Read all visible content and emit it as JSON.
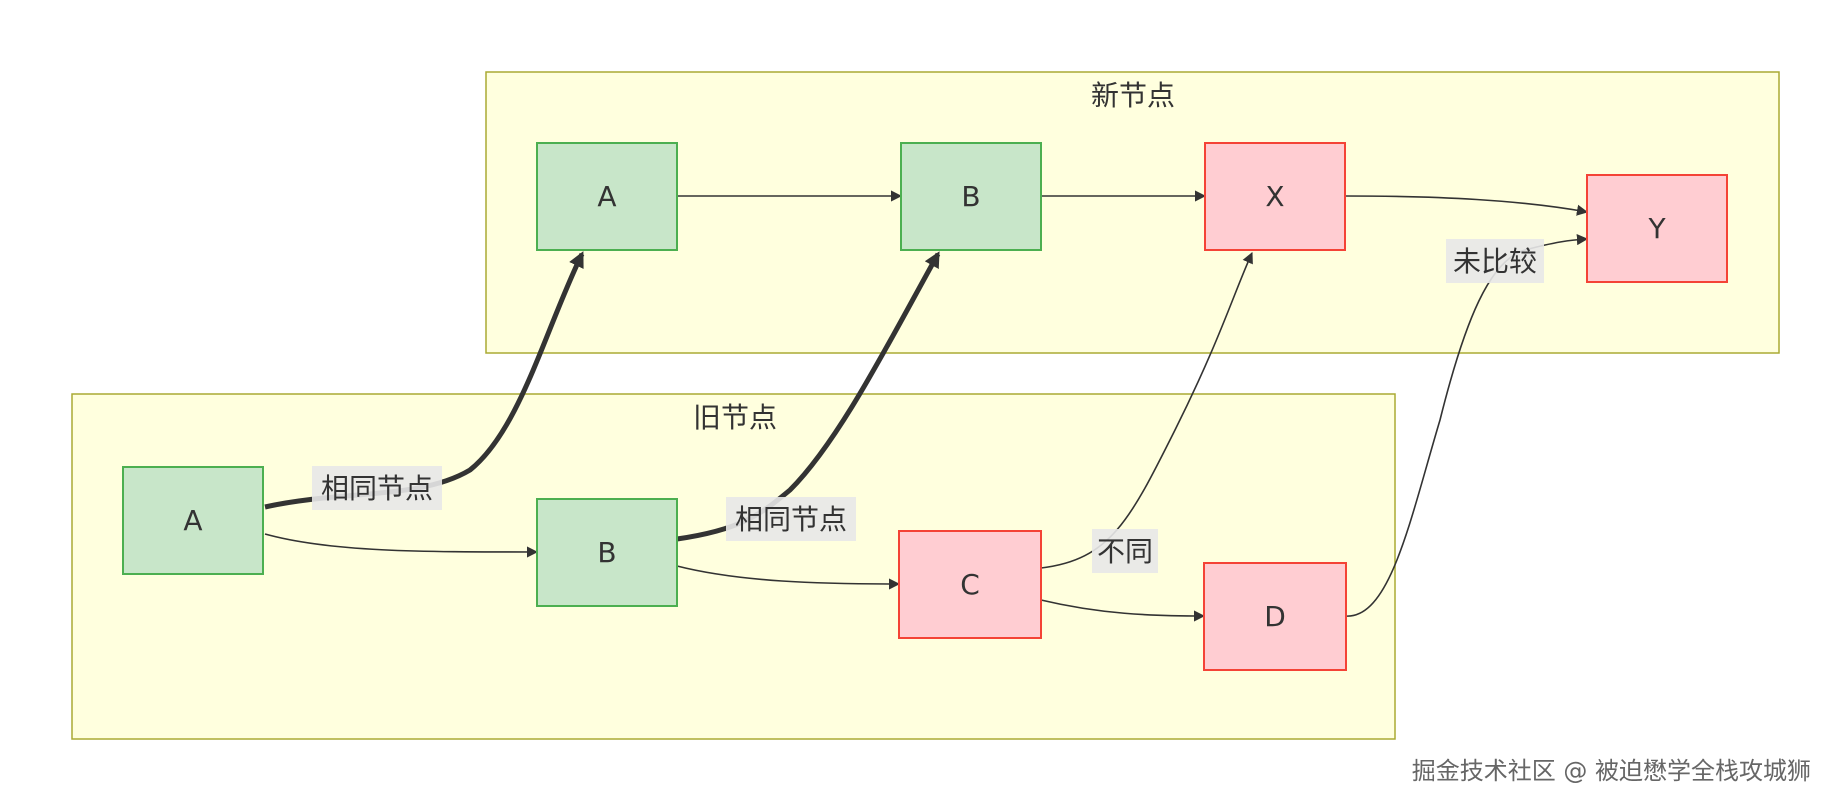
{
  "groups": {
    "new": {
      "title": "新节点"
    },
    "old": {
      "title": "旧节点"
    }
  },
  "nodes": {
    "new_a": {
      "label": "A",
      "status": "same"
    },
    "new_b": {
      "label": "B",
      "status": "same"
    },
    "new_x": {
      "label": "X",
      "status": "different"
    },
    "new_y": {
      "label": "Y",
      "status": "different"
    },
    "old_a": {
      "label": "A",
      "status": "same"
    },
    "old_b": {
      "label": "B",
      "status": "same"
    },
    "old_c": {
      "label": "C",
      "status": "different"
    },
    "old_d": {
      "label": "D",
      "status": "different"
    }
  },
  "edges": [
    {
      "from": "new_a",
      "to": "new_b",
      "label": ""
    },
    {
      "from": "new_b",
      "to": "new_x",
      "label": ""
    },
    {
      "from": "new_x",
      "to": "new_y",
      "label": ""
    },
    {
      "from": "old_a",
      "to": "old_b",
      "label": ""
    },
    {
      "from": "old_b",
      "to": "old_c",
      "label": ""
    },
    {
      "from": "old_c",
      "to": "old_d",
      "label": ""
    },
    {
      "from": "old_a",
      "to": "new_a",
      "label": "相同节点",
      "emphasis": true
    },
    {
      "from": "old_b",
      "to": "new_b",
      "label": "相同节点",
      "emphasis": true
    },
    {
      "from": "old_c",
      "to": "new_x",
      "label": "不同"
    },
    {
      "from": "old_d",
      "to": "new_y",
      "label": "未比较"
    }
  ],
  "edge_labels": {
    "same_a": "相同节点",
    "same_b": "相同节点",
    "different": "不同",
    "not_compared": "未比较"
  },
  "colors": {
    "same_fill": "#c8e6c9",
    "same_stroke": "#4caf50",
    "diff_fill": "#ffcdd2",
    "diff_stroke": "#f44336",
    "group_fill": "#ffffde",
    "group_stroke": "#aaaa33",
    "edge": "#333333"
  },
  "watermark": "掘金技术社区 @ 被迫懋学全栈攻城狮"
}
